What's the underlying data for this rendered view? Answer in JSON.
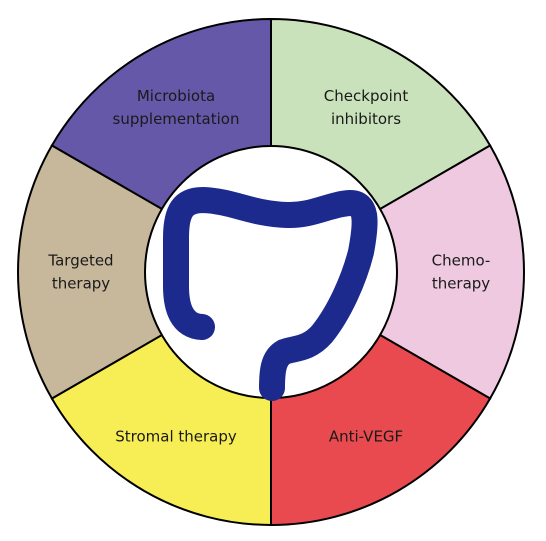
{
  "segments": [
    {
      "lines": [
        "Microbiota",
        "supplementation"
      ],
      "color": "#6558a8"
    },
    {
      "lines": [
        "Checkpoint",
        "inhibitors"
      ],
      "color": "#c9e2bb"
    },
    {
      "lines": [
        "Chemo-",
        "therapy"
      ],
      "color": "#eec9e0"
    },
    {
      "lines": [
        "Anti-VEGF"
      ],
      "color": "#e84a50"
    },
    {
      "lines": [
        "Stromal therapy"
      ],
      "color": "#f7ee55"
    },
    {
      "lines": [
        "Targeted",
        "therapy"
      ],
      "color": "#c7b89c"
    }
  ],
  "center_icon": "colon-icon",
  "colon_color": "#1c2a8e"
}
